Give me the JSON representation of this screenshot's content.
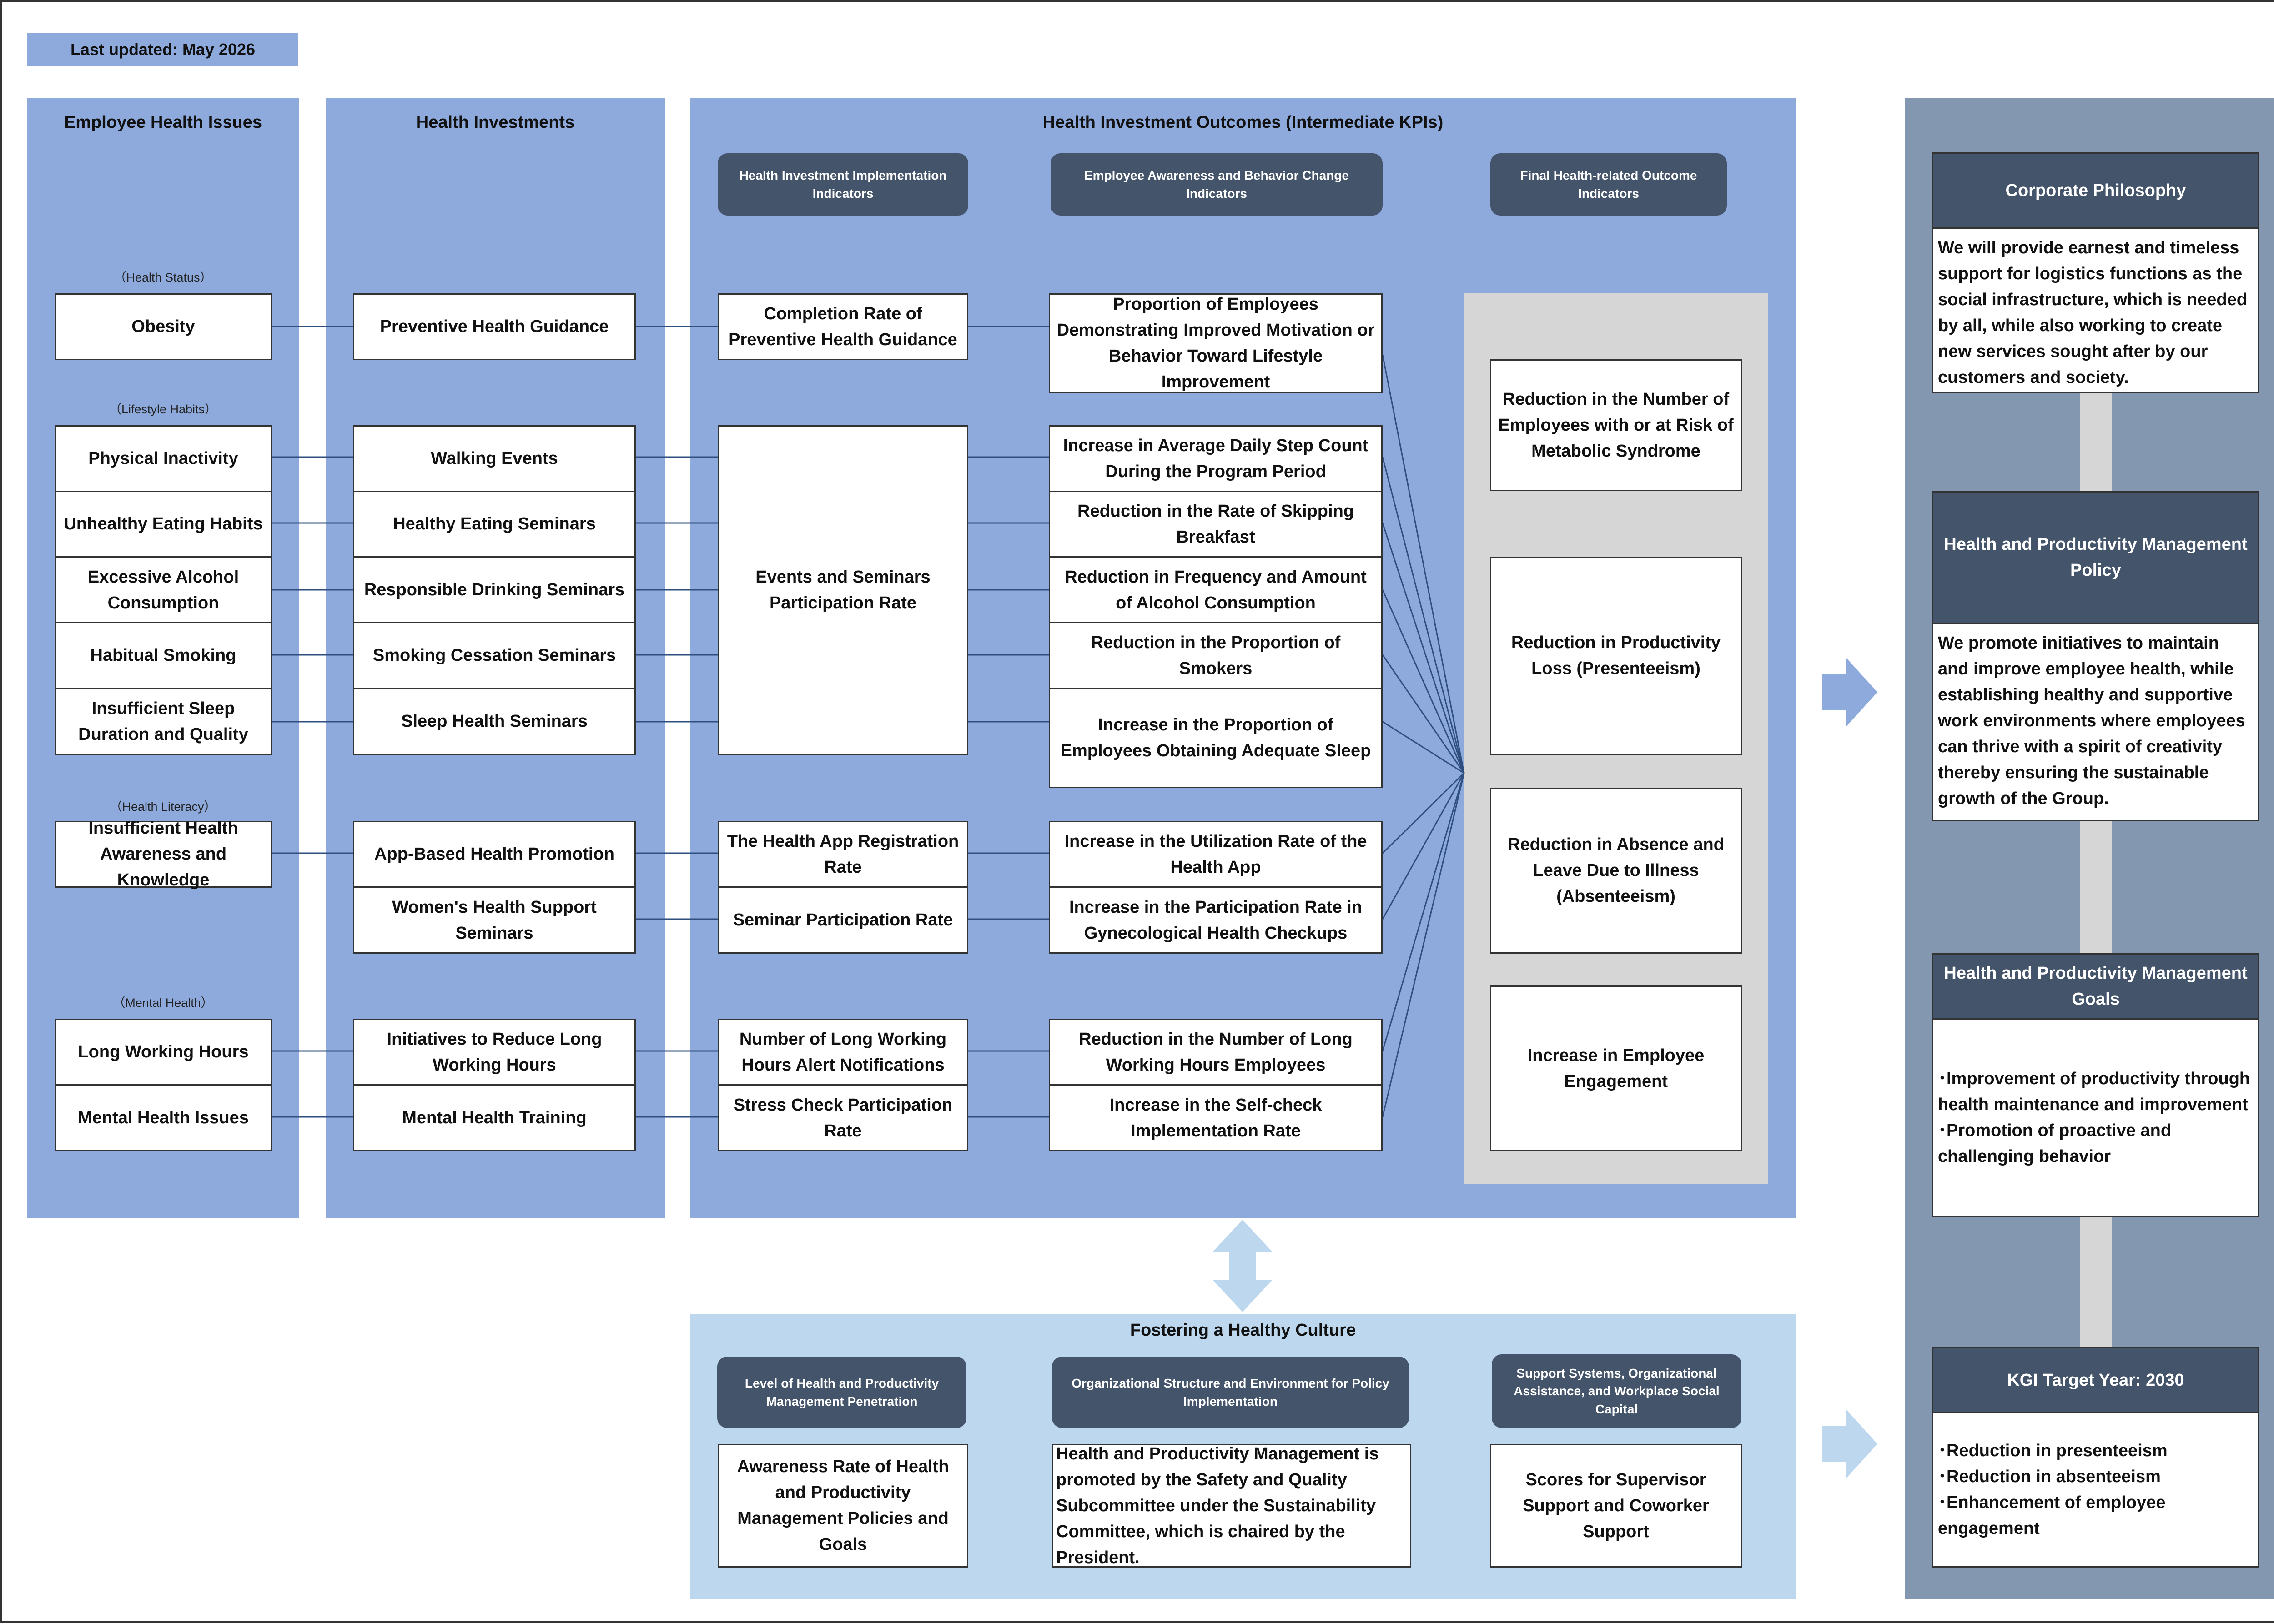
{
  "last_updated": "Last updated: May 2026",
  "columns": {
    "issues": "Employee Health Issues",
    "investments": "Health Investments",
    "outcomes": "Health Investment Outcomes (Intermediate KPIs)"
  },
  "indicator_headers": {
    "implementation": "Health Investment Implementation Indicators",
    "awareness": "Employee Awareness and Behavior Change Indicators",
    "final": "Final Health-related Outcome Indicators"
  },
  "categories": {
    "status": "（Health Status）",
    "lifestyle": "（Lifestyle Habits）",
    "literacy": "（Health Literacy）",
    "mental": "（Mental Health）"
  },
  "issues": [
    "Obesity",
    "Physical Inactivity",
    "Unhealthy Eating Habits",
    "Excessive Alcohol Consumption",
    "Habitual Smoking",
    "Insufficient Sleep Duration and Quality",
    "Insufficient Health Awareness and Knowledge",
    "Long Working Hours",
    "Mental Health Issues"
  ],
  "investments": [
    "Preventive Health Guidance",
    "Walking Events",
    "Healthy Eating Seminars",
    "Responsible Drinking Seminars",
    "Smoking Cessation Seminars",
    "Sleep Health Seminars",
    "App-Based Health Promotion",
    "Women's Health Support Seminars",
    "Initiatives to Reduce Long Working Hours",
    "Mental Health Training"
  ],
  "implementation": [
    "Completion Rate of Preventive Health Guidance",
    "Events and Seminars Participation Rate",
    "The Health App Registration Rate",
    "Seminar Participation Rate",
    "Number of Long Working Hours Alert Notifications",
    "Stress Check Participation Rate"
  ],
  "awareness": [
    "Proportion of Employees Demonstrating Improved Motivation or Behavior Toward Lifestyle Improvement",
    "Increase in Average Daily Step Count During the Program Period",
    "Reduction in the Rate of Skipping Breakfast",
    "Reduction in Frequency and Amount of Alcohol Consumption",
    "Reduction in the Proportion of Smokers",
    "Increase in the Proportion of Employees Obtaining Adequate Sleep",
    "Increase in the Utilization Rate of the Health App",
    "Increase in the Participation Rate in Gynecological Health Checkups",
    "Reduction in the Number of Long Working Hours Employees",
    "Increase in the Self-check Implementation Rate"
  ],
  "final": [
    "Reduction in the Number of Employees with or at Risk of Metabolic Syndrome",
    "Reduction in Productivity Loss (Presenteeism)",
    "Reduction in Absence and Leave Due to Illness (Absenteeism)",
    "Increase in Employee Engagement"
  ],
  "culture": {
    "title": "Fostering a Healthy Culture",
    "headers": [
      "Level of Health and Productivity Management Penetration",
      "Organizational Structure and Environment for Policy Implementation",
      "Support Systems, Organizational Assistance, and Workplace Social Capital"
    ],
    "boxes": [
      "Awareness Rate of Health and Productivity Management Policies and Goals",
      "Health and Productivity Management is promoted by the Safety and Quality Subcommittee under the Sustainability Committee, which is chaired by the President.",
      "Scores for Supervisor Support and Coworker Support"
    ]
  },
  "right": {
    "philosophy_title": "Corporate Philosophy",
    "philosophy_body": "We will provide earnest and timeless support for logistics functions as the social infrastructure, which is needed by all, while also working to create new services sought after by our customers and society.",
    "policy_title": "Health and Productivity Management Policy",
    "policy_body": "We promote initiatives to maintain and improve employee health, while establishing healthy and supportive work environments where employees can thrive with a spirit of creativity thereby ensuring the sustainable growth of the Group.",
    "goals_title": "Health and Productivity Management Goals",
    "goals_items": [
      "･Improvement of productivity through health maintenance and improvement",
      "･Promotion of proactive and challenging behavior"
    ],
    "kgi_title": "KGI Target Year: 2030",
    "kgi_items": [
      "･Reduction in presenteeism",
      "･Reduction in absenteeism",
      "･Enhancement of employee engagement"
    ]
  }
}
